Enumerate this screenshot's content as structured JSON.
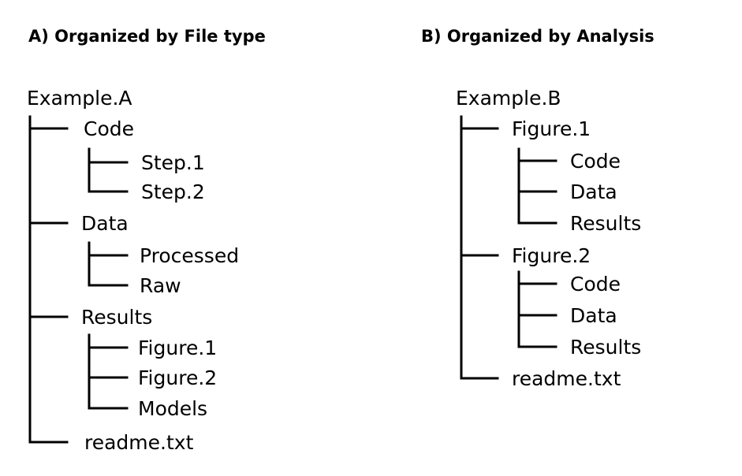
{
  "panel_a": {
    "title": "A) Organized by File type",
    "root": "Example.A",
    "children": [
      {
        "label": "Code",
        "children": [
          "Step.1",
          "Step.2"
        ]
      },
      {
        "label": "Data",
        "children": [
          "Processed",
          "Raw"
        ]
      },
      {
        "label": "Results",
        "children": [
          "Figure.1",
          "Figure.2",
          "Models"
        ]
      },
      {
        "label": "readme.txt",
        "children": []
      }
    ]
  },
  "panel_b": {
    "title": "B) Organized by Analysis",
    "root": "Example.B",
    "children": [
      {
        "label": "Figure.1",
        "children": [
          "Code",
          "Data",
          "Results"
        ]
      },
      {
        "label": "Figure.2",
        "children": [
          "Code",
          "Data",
          "Results"
        ]
      },
      {
        "label": "readme.txt",
        "children": []
      }
    ]
  }
}
